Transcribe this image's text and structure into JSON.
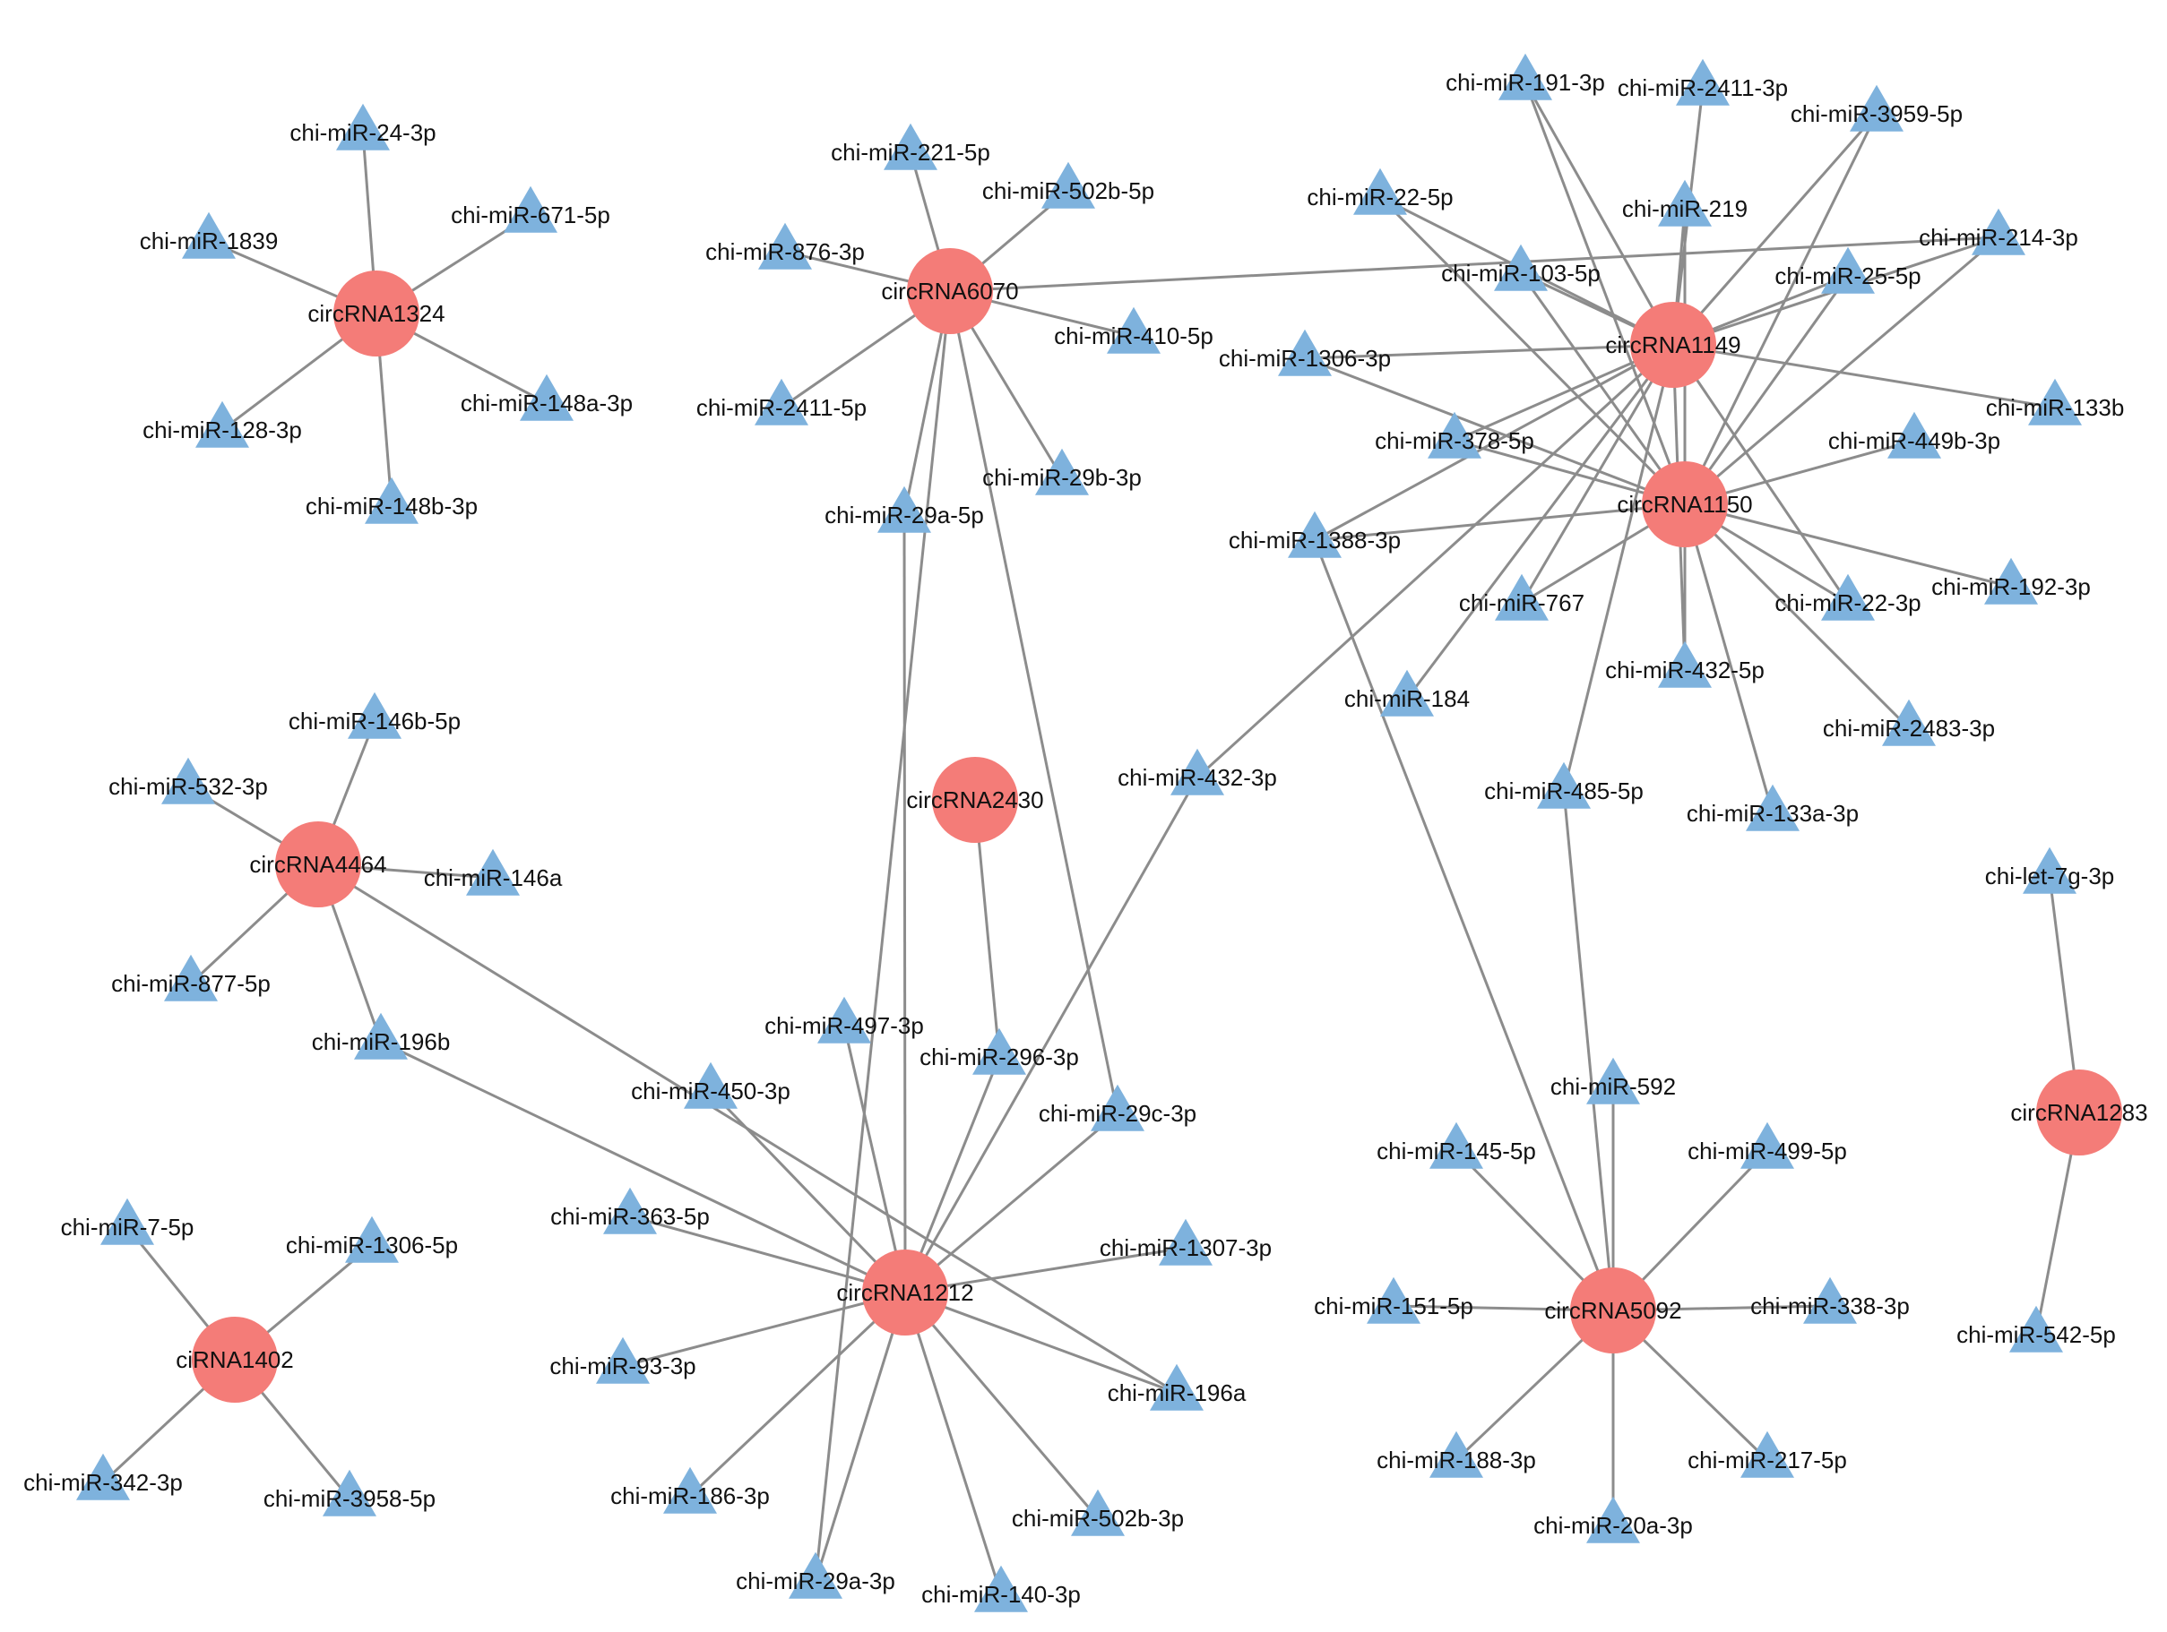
{
  "colors": {
    "circ_node": "#f47c78",
    "mir_node": "#7eb2dd",
    "edge": "#8c8c8c",
    "label": "#111111"
  },
  "node_shapes": {
    "circ": "circle",
    "mir": "triangle"
  },
  "circ_nodes": [
    "circRNA1324",
    "circRNA6070",
    "circRNA1149",
    "circRNA1150",
    "circRNA4464",
    "circRNA2430",
    "circRNA1212",
    "circRNA5092",
    "circRNA1283",
    "ciRNA1402"
  ],
  "mir_nodes": [
    "chi-miR-24-3p",
    "chi-miR-1839",
    "chi-miR-671-5p",
    "chi-miR-148a-3p",
    "chi-miR-128-3p",
    "chi-miR-148b-3p",
    "chi-miR-221-5p",
    "chi-miR-502b-5p",
    "chi-miR-876-3p",
    "chi-miR-410-5p",
    "chi-miR-2411-5p",
    "chi-miR-29b-3p",
    "chi-miR-29a-5p",
    "chi-miR-2411-3p",
    "chi-miR-191-3p",
    "chi-miR-3959-5p",
    "chi-miR-22-5p",
    "chi-miR-219",
    "chi-miR-214-3p",
    "chi-miR-103-5p",
    "chi-miR-25-5p",
    "chi-miR-1306-3p",
    "chi-miR-133b",
    "chi-miR-378-5p",
    "chi-miR-449b-3p",
    "chi-miR-1388-3p",
    "chi-miR-192-3p",
    "chi-miR-767",
    "chi-miR-22-3p",
    "chi-miR-432-5p",
    "chi-miR-184",
    "chi-miR-2483-3p",
    "chi-miR-485-5p",
    "chi-miR-133a-3p",
    "chi-miR-432-3p",
    "chi-miR-146b-5p",
    "chi-miR-532-3p",
    "chi-miR-146a",
    "chi-miR-877-5p",
    "chi-miR-196b",
    "chi-miR-497-3p",
    "chi-miR-296-3p",
    "chi-miR-450-3p",
    "chi-miR-29c-3p",
    "chi-miR-592",
    "chi-let-7g-3p",
    "chi-miR-145-5p",
    "chi-miR-499-5p",
    "chi-miR-7-5p",
    "chi-miR-1306-5p",
    "chi-miR-363-5p",
    "chi-miR-1307-3p",
    "chi-miR-151-5p",
    "chi-miR-338-3p",
    "chi-miR-93-3p",
    "chi-miR-196a",
    "chi-miR-542-5p",
    "chi-miR-342-3p",
    "chi-miR-3958-5p",
    "chi-miR-186-3p",
    "chi-miR-502b-3p",
    "chi-miR-188-3p",
    "chi-miR-217-5p",
    "chi-miR-20a-3p",
    "chi-miR-29a-3p",
    "chi-miR-140-3p"
  ],
  "edges": [
    [
      "circRNA1324",
      "chi-miR-24-3p"
    ],
    [
      "circRNA1324",
      "chi-miR-1839"
    ],
    [
      "circRNA1324",
      "chi-miR-671-5p"
    ],
    [
      "circRNA1324",
      "chi-miR-148a-3p"
    ],
    [
      "circRNA1324",
      "chi-miR-128-3p"
    ],
    [
      "circRNA1324",
      "chi-miR-148b-3p"
    ],
    [
      "circRNA6070",
      "chi-miR-221-5p"
    ],
    [
      "circRNA6070",
      "chi-miR-502b-5p"
    ],
    [
      "circRNA6070",
      "chi-miR-876-3p"
    ],
    [
      "circRNA6070",
      "chi-miR-410-5p"
    ],
    [
      "circRNA6070",
      "chi-miR-2411-5p"
    ],
    [
      "circRNA6070",
      "chi-miR-29b-3p"
    ],
    [
      "circRNA6070",
      "chi-miR-29a-5p"
    ],
    [
      "circRNA6070",
      "chi-miR-214-3p"
    ],
    [
      "circRNA6070",
      "chi-miR-29c-3p"
    ],
    [
      "circRNA6070",
      "chi-miR-29a-3p"
    ],
    [
      "circRNA1149",
      "chi-miR-2411-3p"
    ],
    [
      "circRNA1149",
      "chi-miR-191-3p"
    ],
    [
      "circRNA1149",
      "chi-miR-3959-5p"
    ],
    [
      "circRNA1149",
      "chi-miR-22-5p"
    ],
    [
      "circRNA1149",
      "chi-miR-219"
    ],
    [
      "circRNA1149",
      "chi-miR-214-3p"
    ],
    [
      "circRNA1149",
      "chi-miR-103-5p"
    ],
    [
      "circRNA1149",
      "chi-miR-25-5p"
    ],
    [
      "circRNA1149",
      "chi-miR-1306-3p"
    ],
    [
      "circRNA1149",
      "chi-miR-133b"
    ],
    [
      "circRNA1149",
      "chi-miR-378-5p"
    ],
    [
      "circRNA1149",
      "chi-miR-1388-3p"
    ],
    [
      "circRNA1149",
      "chi-miR-767"
    ],
    [
      "circRNA1149",
      "chi-miR-184"
    ],
    [
      "circRNA1149",
      "chi-miR-22-3p"
    ],
    [
      "circRNA1149",
      "chi-miR-485-5p"
    ],
    [
      "circRNA1149",
      "chi-miR-432-3p"
    ],
    [
      "circRNA1149",
      "chi-miR-432-5p"
    ],
    [
      "circRNA1150",
      "chi-miR-191-3p"
    ],
    [
      "circRNA1150",
      "chi-miR-3959-5p"
    ],
    [
      "circRNA1150",
      "chi-miR-22-5p"
    ],
    [
      "circRNA1150",
      "chi-miR-219"
    ],
    [
      "circRNA1150",
      "chi-miR-214-3p"
    ],
    [
      "circRNA1150",
      "chi-miR-103-5p"
    ],
    [
      "circRNA1150",
      "chi-miR-25-5p"
    ],
    [
      "circRNA1150",
      "chi-miR-1306-3p"
    ],
    [
      "circRNA1150",
      "chi-miR-378-5p"
    ],
    [
      "circRNA1150",
      "chi-miR-449b-3p"
    ],
    [
      "circRNA1150",
      "chi-miR-1388-3p"
    ],
    [
      "circRNA1150",
      "chi-miR-192-3p"
    ],
    [
      "circRNA1150",
      "chi-miR-767"
    ],
    [
      "circRNA1150",
      "chi-miR-22-3p"
    ],
    [
      "circRNA1150",
      "chi-miR-432-5p"
    ],
    [
      "circRNA1150",
      "chi-miR-2483-3p"
    ],
    [
      "circRNA1150",
      "chi-miR-133a-3p"
    ],
    [
      "circRNA4464",
      "chi-miR-146b-5p"
    ],
    [
      "circRNA4464",
      "chi-miR-532-3p"
    ],
    [
      "circRNA4464",
      "chi-miR-146a"
    ],
    [
      "circRNA4464",
      "chi-miR-877-5p"
    ],
    [
      "circRNA4464",
      "chi-miR-196b"
    ],
    [
      "circRNA4464",
      "chi-miR-196a"
    ],
    [
      "circRNA2430",
      "chi-miR-296-3p"
    ],
    [
      "circRNA1212",
      "chi-miR-497-3p"
    ],
    [
      "circRNA1212",
      "chi-miR-296-3p"
    ],
    [
      "circRNA1212",
      "chi-miR-450-3p"
    ],
    [
      "circRNA1212",
      "chi-miR-29c-3p"
    ],
    [
      "circRNA1212",
      "chi-miR-432-3p"
    ],
    [
      "circRNA1212",
      "chi-miR-29a-5p"
    ],
    [
      "circRNA1212",
      "chi-miR-196b"
    ],
    [
      "circRNA1212",
      "chi-miR-363-5p"
    ],
    [
      "circRNA1212",
      "chi-miR-1307-3p"
    ],
    [
      "circRNA1212",
      "chi-miR-93-3p"
    ],
    [
      "circRNA1212",
      "chi-miR-196a"
    ],
    [
      "circRNA1212",
      "chi-miR-186-3p"
    ],
    [
      "circRNA1212",
      "chi-miR-502b-3p"
    ],
    [
      "circRNA1212",
      "chi-miR-29a-3p"
    ],
    [
      "circRNA1212",
      "chi-miR-140-3p"
    ],
    [
      "circRNA5092",
      "chi-miR-592"
    ],
    [
      "circRNA5092",
      "chi-miR-485-5p"
    ],
    [
      "circRNA5092",
      "chi-miR-1388-3p"
    ],
    [
      "circRNA5092",
      "chi-miR-145-5p"
    ],
    [
      "circRNA5092",
      "chi-miR-499-5p"
    ],
    [
      "circRNA5092",
      "chi-miR-151-5p"
    ],
    [
      "circRNA5092",
      "chi-miR-338-3p"
    ],
    [
      "circRNA5092",
      "chi-miR-188-3p"
    ],
    [
      "circRNA5092",
      "chi-miR-217-5p"
    ],
    [
      "circRNA5092",
      "chi-miR-20a-3p"
    ],
    [
      "circRNA1283",
      "chi-let-7g-3p"
    ],
    [
      "circRNA1283",
      "chi-miR-542-5p"
    ],
    [
      "ciRNA1402",
      "chi-miR-7-5p"
    ],
    [
      "ciRNA1402",
      "chi-miR-1306-5p"
    ],
    [
      "ciRNA1402",
      "chi-miR-342-3p"
    ],
    [
      "ciRNA1402",
      "chi-miR-3958-5p"
    ]
  ]
}
